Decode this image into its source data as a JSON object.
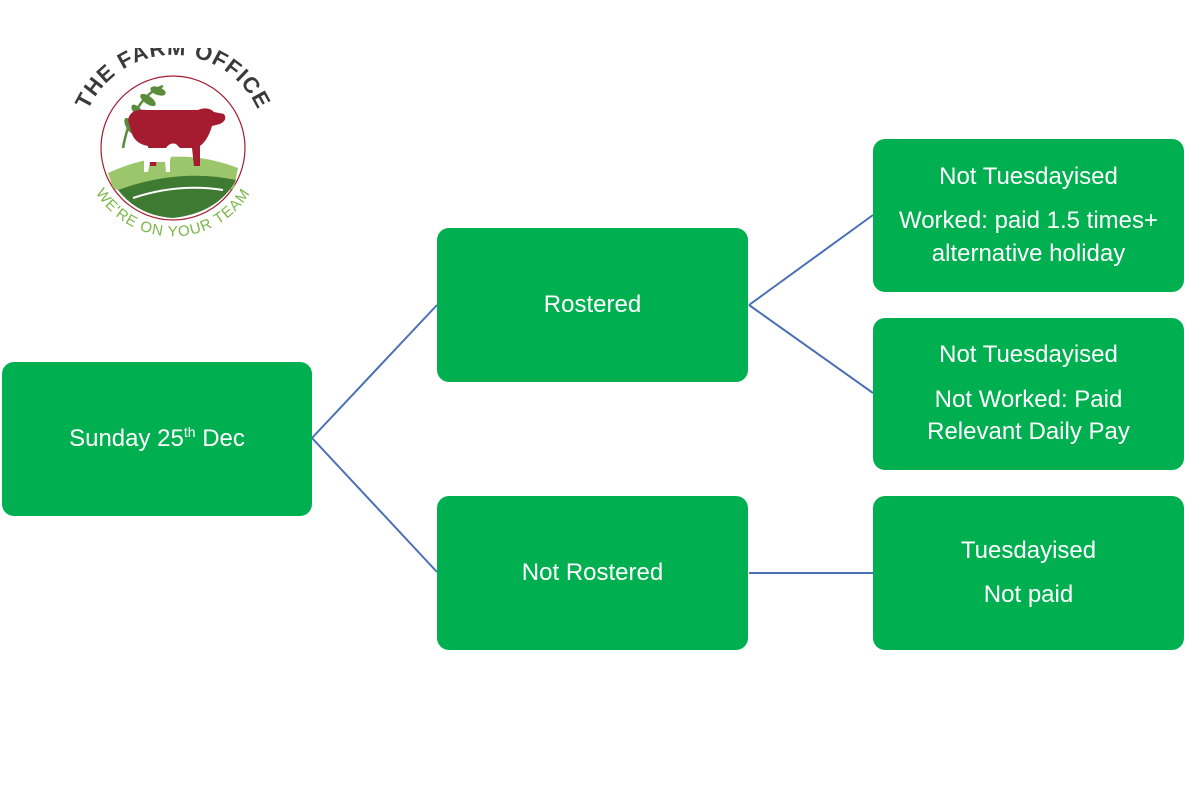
{
  "logo": {
    "top_text": "THE FARM OFFICE",
    "bottom_text": "WE'RE ON YOUR TEAM",
    "colors": {
      "text_dark": "#3a3a3a",
      "cow": "#a51c30",
      "leaf": "#5a8b3a",
      "tagline": "#7ab648",
      "field_light": "#9cc66b",
      "field_dark": "#3f7a33"
    }
  },
  "diagram": {
    "root": {
      "text": "Sunday 25",
      "sup": "th",
      "text_after": " Dec"
    },
    "rostered": {
      "text": "Rostered"
    },
    "not_rostered": {
      "text": "Not Rostered"
    },
    "outcome_worked": {
      "title": "Not Tuesdayised",
      "line1": "Worked: paid 1.5 times+",
      "line2": "alternative holiday"
    },
    "outcome_not_worked": {
      "title": "Not Tuesdayised",
      "line1": "Not Worked: Paid",
      "line2": "Relevant Daily Pay"
    },
    "outcome_not_rostered": {
      "title": "Tuesdayised",
      "line1": "Not paid"
    },
    "colors": {
      "node_fill": "#00b050",
      "node_text": "#ffffff",
      "connector": "#4a6fb5"
    }
  }
}
